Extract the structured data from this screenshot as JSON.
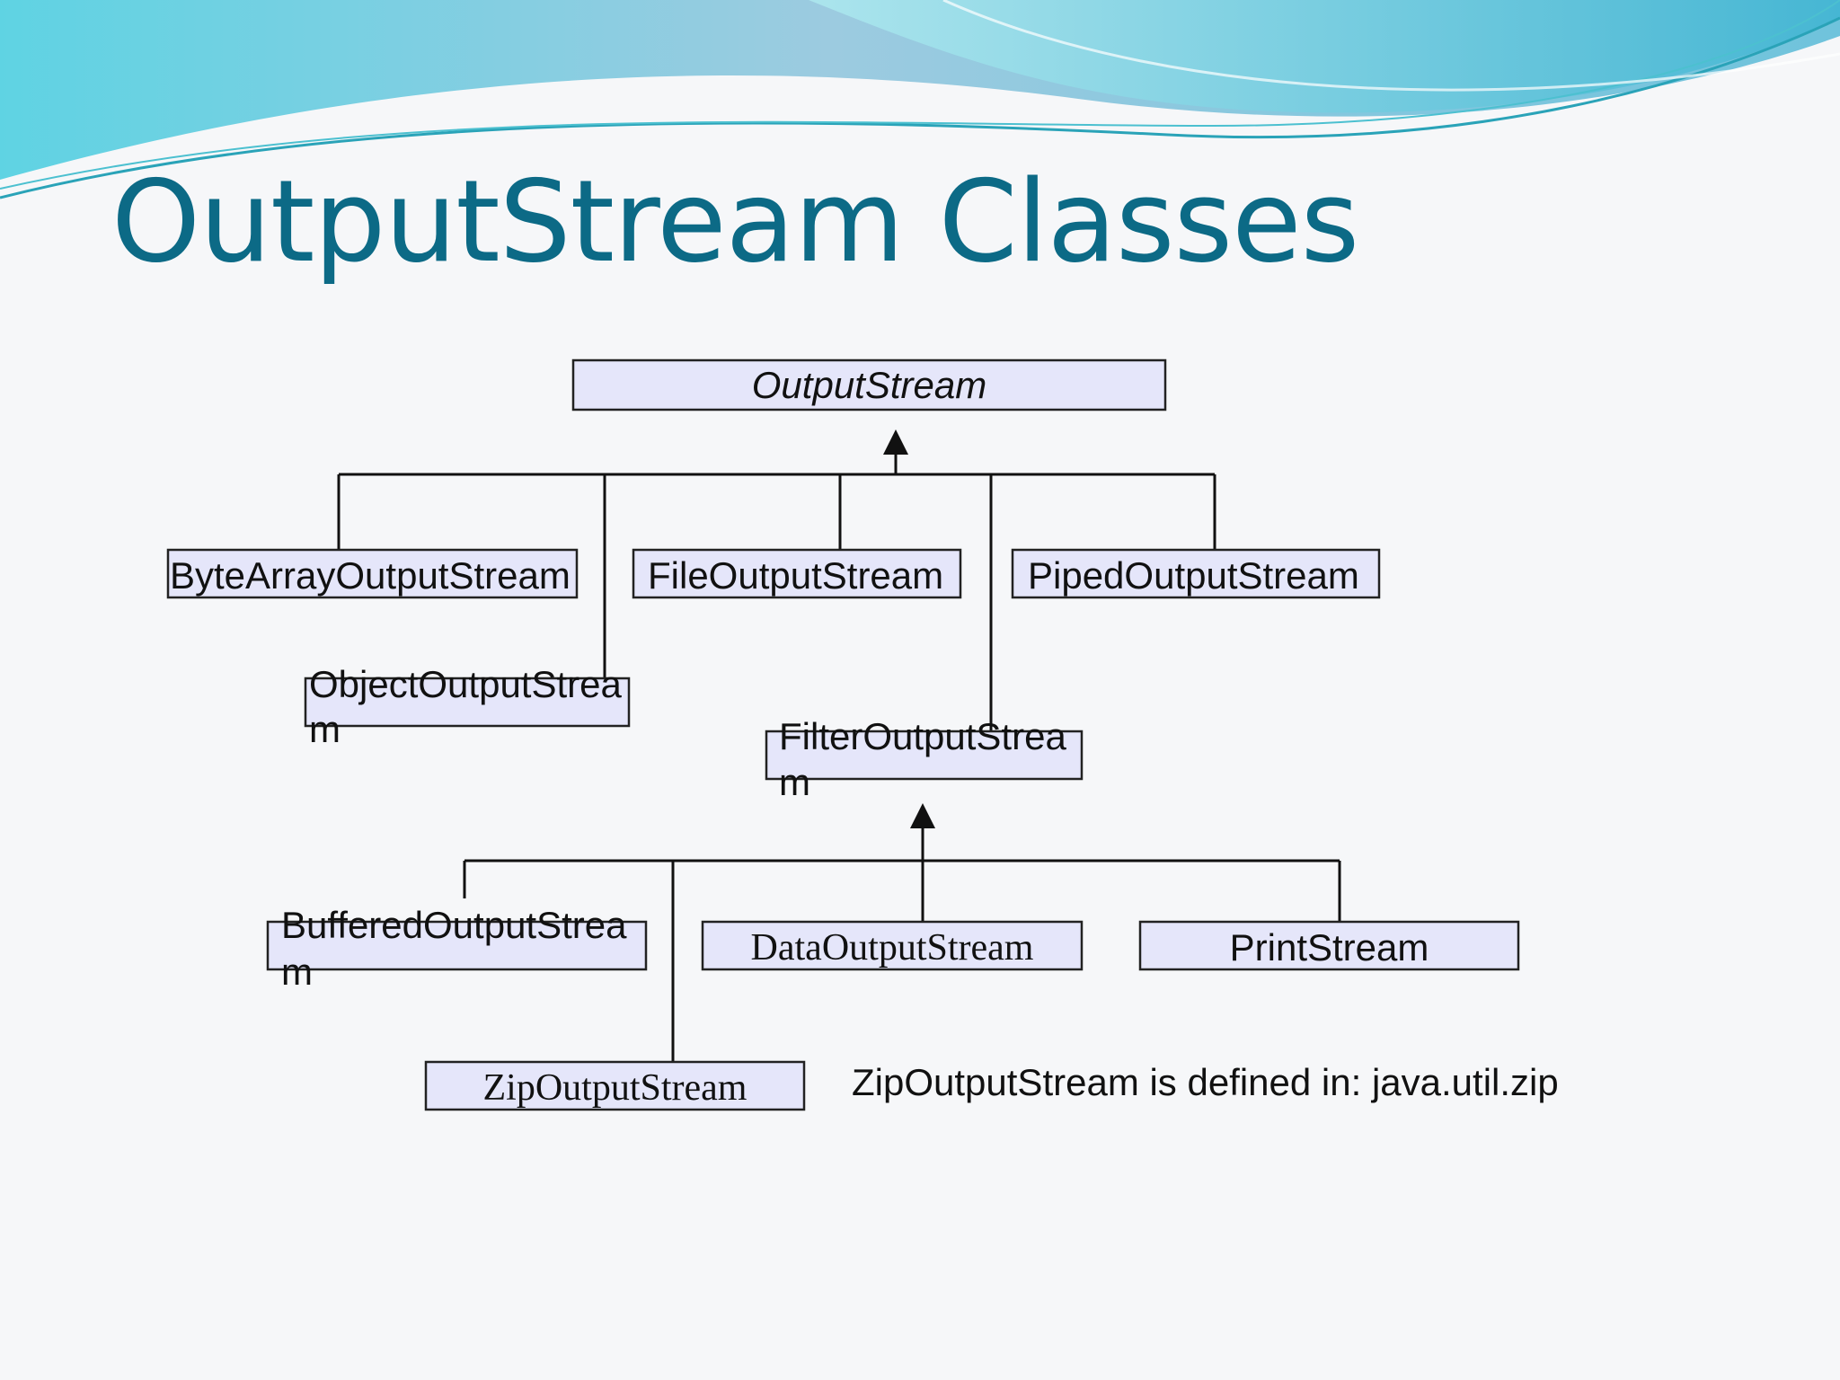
{
  "slide": {
    "title": "OutputStream Classes",
    "note": "ZipOutputStream is defined in: java.util.zip"
  },
  "diagram": {
    "root": "OutputStream",
    "classes": {
      "byte_array": "ByteArrayOutputStream",
      "file": "FileOutputStream",
      "piped": "PipedOutputStream",
      "object_line1": "ObjectOutputStrea",
      "object_line2": "m",
      "filter_line1": "FilterOutputStrea",
      "filter_line2": "m",
      "buffered_line1": "BufferedOutputStrea",
      "buffered_line2": "m",
      "data": "DataOutputStream",
      "print": "PrintStream",
      "zip": "ZipOutputStream"
    }
  },
  "colors": {
    "title": "#0c6a86",
    "box_fill": "#e5e6fa",
    "box_stroke": "#222222",
    "wave_light": "#8fd6e6",
    "wave_dark": "#2ba6c4"
  }
}
